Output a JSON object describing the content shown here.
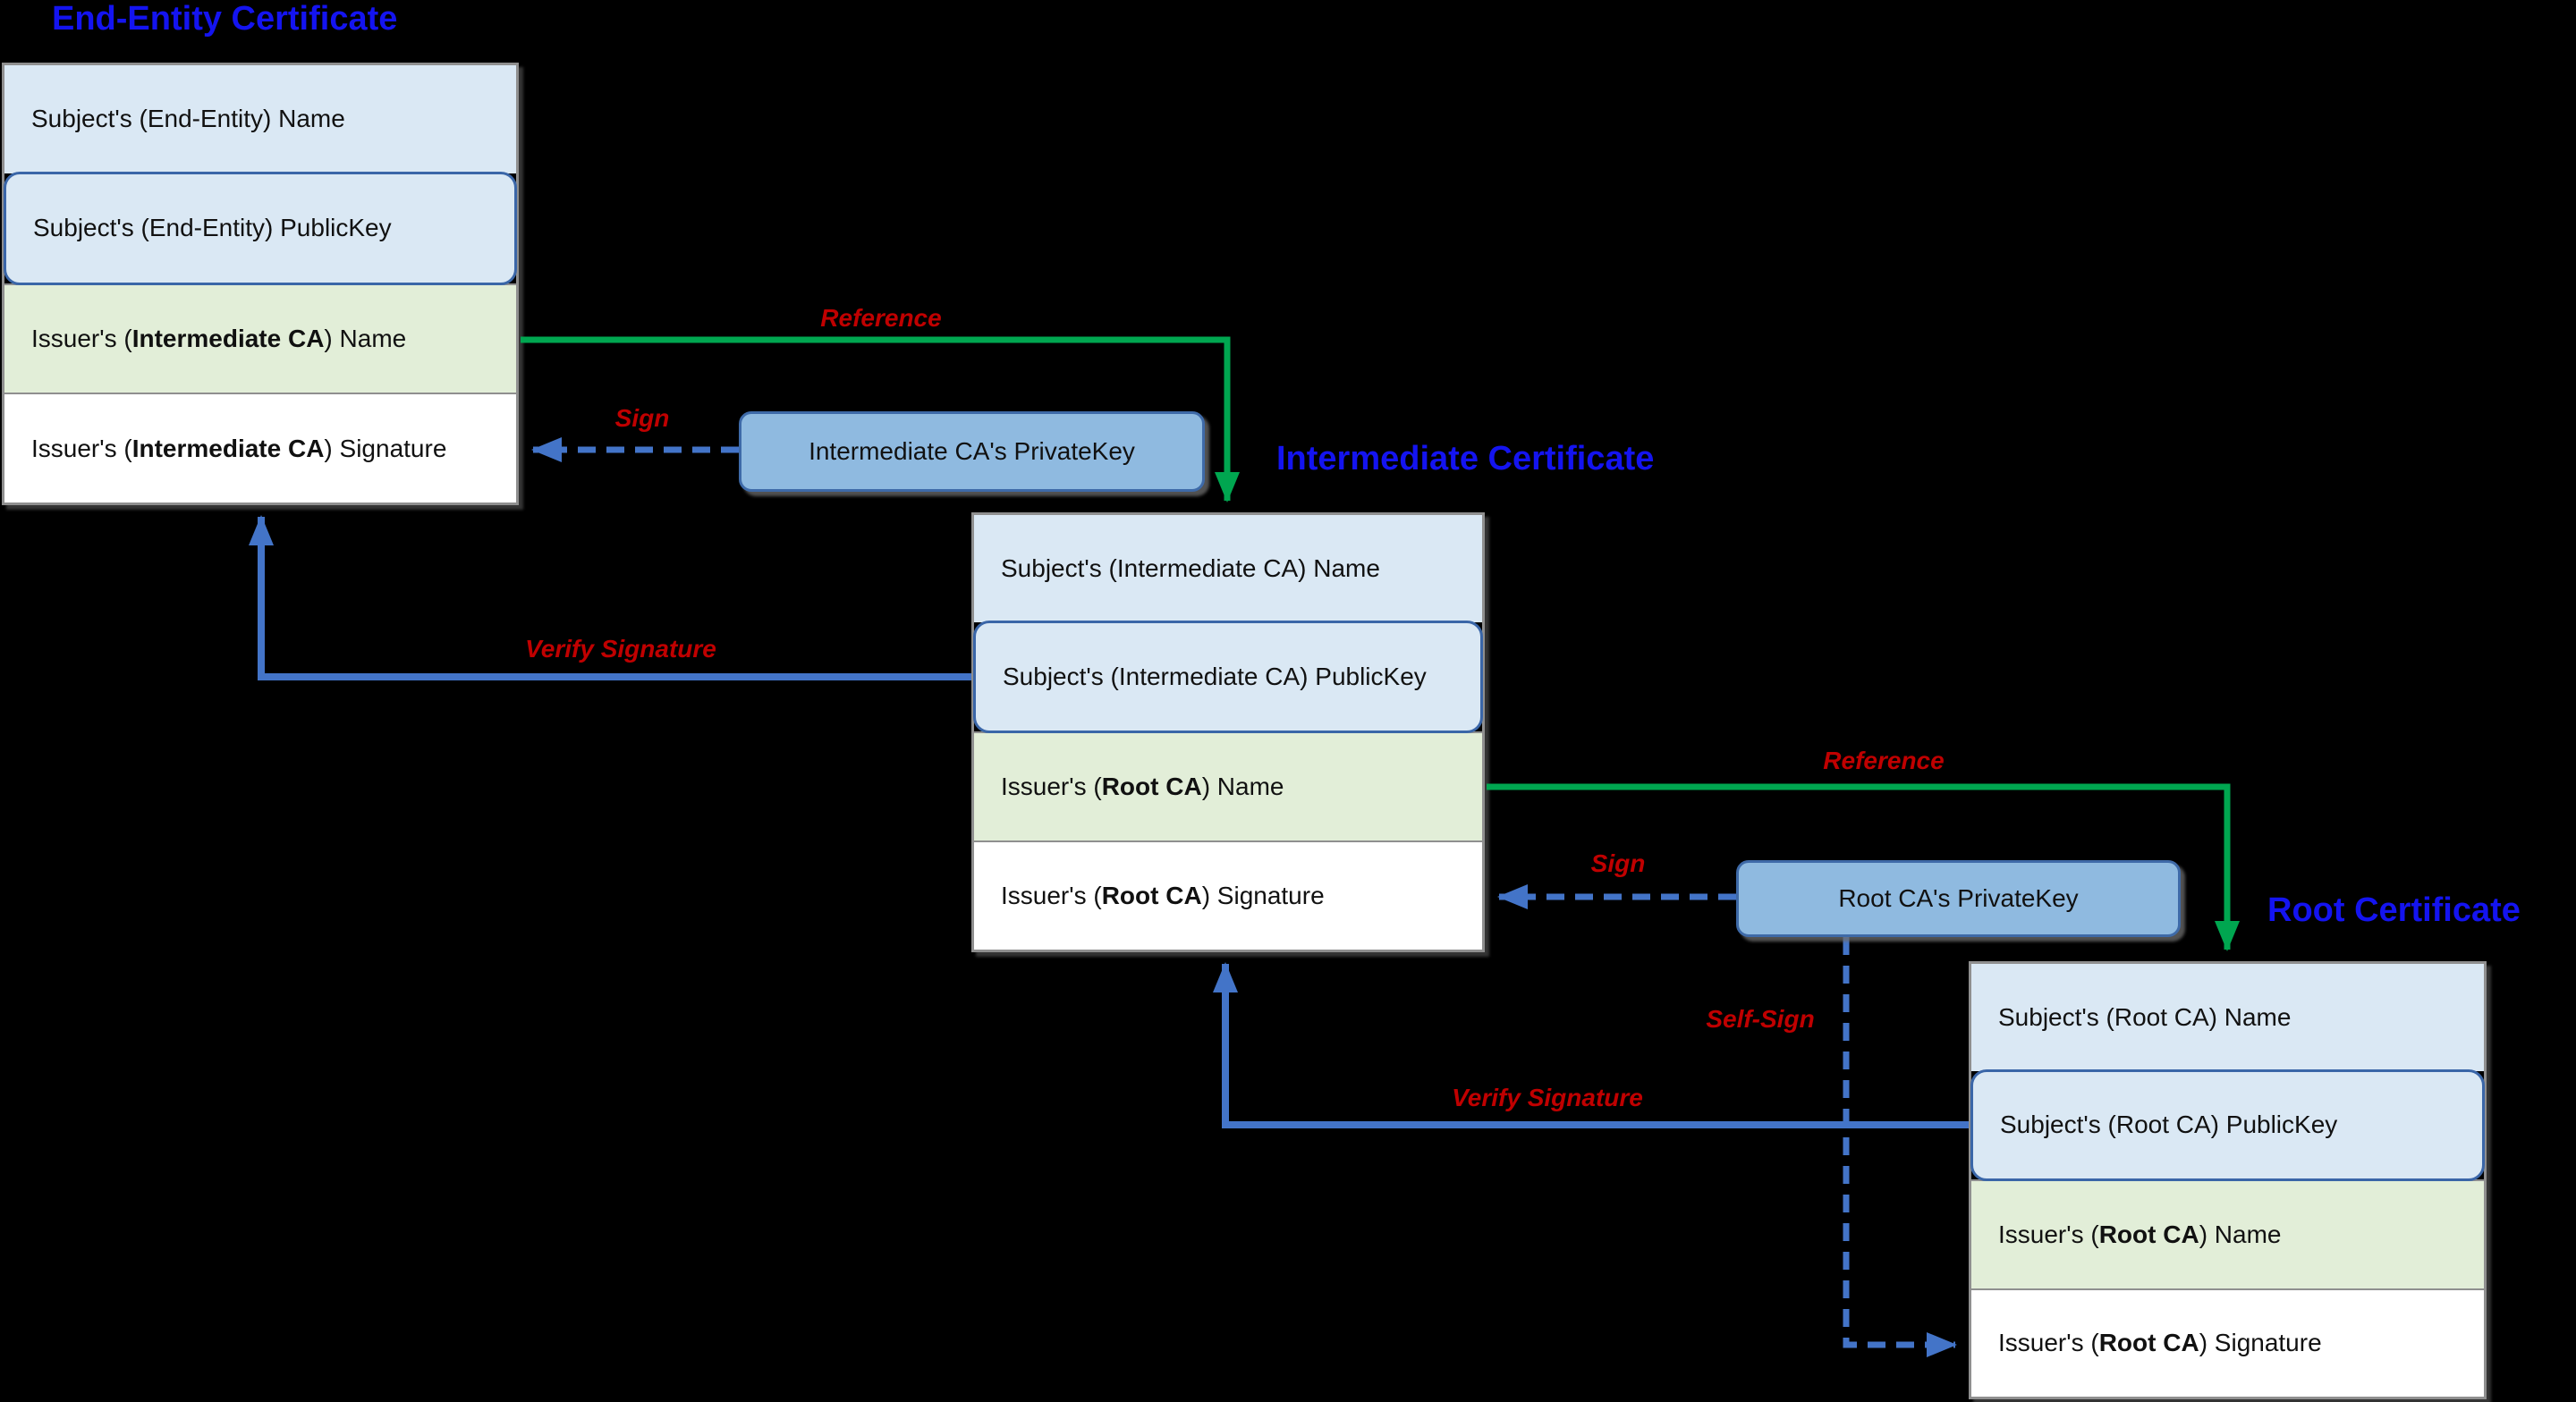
{
  "colors": {
    "background": "#000000",
    "title-blue": "#1414f0",
    "label-red": "#c00000",
    "arrow-green": "#00a650",
    "arrow-blue": "#4374c8",
    "row-lightblue": "#dae8f4",
    "row-green": "#e2eed8",
    "row-white": "#ffffff",
    "key-fill": "#8fbae0",
    "key-border": "#3e6aa8",
    "publickey-border": "#3a66a8",
    "box-border": "#8f8f8f",
    "row-text": "#111111"
  },
  "certificates": [
    {
      "title": "End-Entity Certificate",
      "rows": [
        {
          "prefix": "Subject's (End-Entity) Name",
          "bold": "",
          "suffix": ""
        },
        {
          "prefix": "Subject's (End-Entity) PublicKey",
          "bold": "",
          "suffix": ""
        },
        {
          "prefix": "Issuer's (",
          "bold": "Intermediate CA",
          "suffix": ") Name"
        },
        {
          "prefix": "Issuer's (",
          "bold": "Intermediate CA",
          "suffix": ") Signature"
        }
      ]
    },
    {
      "title": "Intermediate Certificate",
      "rows": [
        {
          "prefix": "Subject's (Intermediate CA) Name",
          "bold": "",
          "suffix": ""
        },
        {
          "prefix": "Subject's (Intermediate CA) PublicKey",
          "bold": "",
          "suffix": ""
        },
        {
          "prefix": "Issuer's (",
          "bold": "Root CA",
          "suffix": ") Name"
        },
        {
          "prefix": "Issuer's (",
          "bold": "Root CA",
          "suffix": ") Signature"
        }
      ]
    },
    {
      "title": "Root Certificate",
      "rows": [
        {
          "prefix": "Subject's (Root CA) Name",
          "bold": "",
          "suffix": ""
        },
        {
          "prefix": "Subject's (Root CA) PublicKey",
          "bold": "",
          "suffix": ""
        },
        {
          "prefix": "Issuer's (",
          "bold": "Root CA",
          "suffix": ") Name"
        },
        {
          "prefix": "Issuer's (",
          "bold": "Root CA",
          "suffix": ") Signature"
        }
      ]
    }
  ],
  "private_keys": [
    {
      "label": "Intermediate CA's PrivateKey"
    },
    {
      "label": "Root CA's PrivateKey"
    }
  ],
  "arrow_labels": {
    "reference1": "Reference",
    "sign1": "Sign",
    "verify1": "Verify Signature",
    "reference2": "Reference",
    "sign2": "Sign",
    "self_sign": "Self-Sign",
    "verify2": "Verify Signature"
  }
}
